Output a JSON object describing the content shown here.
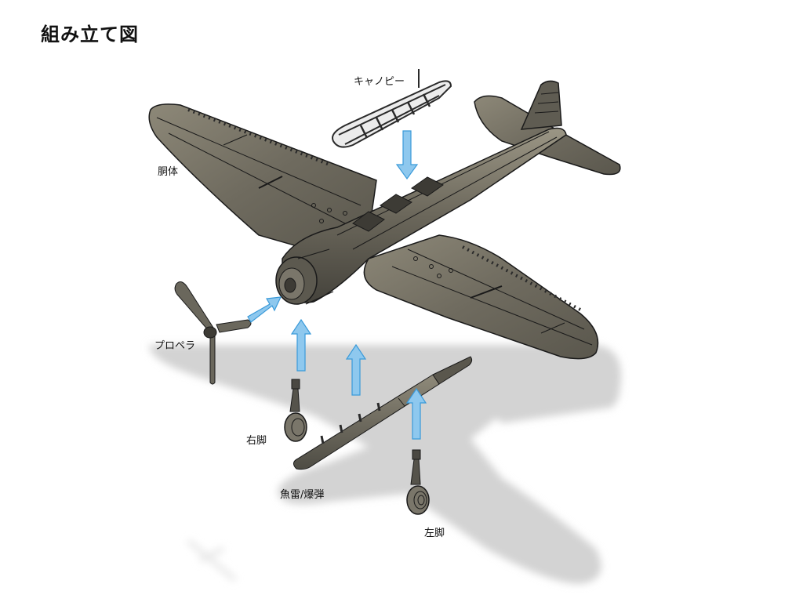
{
  "title": "組み立て図",
  "labels": {
    "canopy": "キャノピー",
    "fuselage": "胴体",
    "propeller": "プロペラ",
    "right_gear": "右脚",
    "torpedo_bomb": "魚雷/爆弾",
    "left_gear": "左脚"
  },
  "colors": {
    "arrow_fill": "#8ec8ee",
    "arrow_stroke": "#3a9ad9",
    "model_body": "#6e6a5e",
    "model_light": "#9a9584",
    "model_dark": "#2e2d29",
    "panel_line": "#1a1a1a",
    "shadow": "#d2d2d2"
  },
  "arrows": [
    {
      "id": "canopy-arrow",
      "direction": "down"
    },
    {
      "id": "propeller-arrow",
      "direction": "up-right"
    },
    {
      "id": "right-gear-arrow",
      "direction": "up"
    },
    {
      "id": "torpedo-arrow",
      "direction": "up"
    },
    {
      "id": "left-gear-arrow",
      "direction": "up"
    }
  ]
}
